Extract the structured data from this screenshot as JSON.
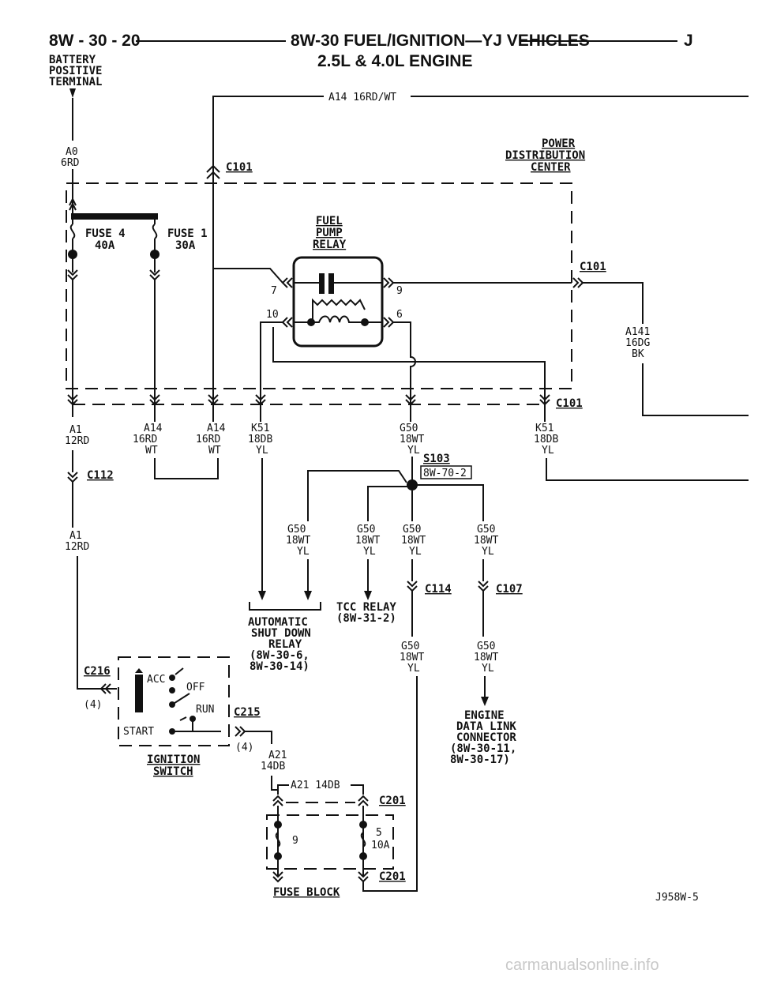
{
  "header": {
    "page_number": "8W - 30 - 20",
    "title": "8W-30 FUEL/IGNITION—YJ VEHICLES",
    "section_letter": "J",
    "subtitle": "2.5L & 4.0L ENGINE"
  },
  "battery_label": [
    "BATTERY",
    "POSITIVE",
    "TERMINAL"
  ],
  "wires": {
    "top": "A14 16RD/WT",
    "a0": [
      "A0",
      "6RD"
    ],
    "a1_top": [
      "A1",
      "12RD"
    ],
    "a1_bottom": [
      "A1",
      "12RD"
    ],
    "a14_left": [
      "A14",
      "16RD",
      "WT"
    ],
    "a14_right": [
      "A14",
      "16RD",
      "WT"
    ],
    "k51_left": [
      "K51",
      "18DB",
      "YL"
    ],
    "g50_top": [
      "G50",
      "18WT",
      "YL"
    ],
    "k51_right": [
      "K51",
      "18DB",
      "YL"
    ],
    "a141": [
      "A141",
      "16DG",
      "BK"
    ],
    "g50_branch1": [
      "G50",
      "18WT",
      "YL"
    ],
    "g50_branch2": [
      "G50",
      "18WT",
      "YL"
    ],
    "g50_branch3": [
      "G50",
      "18WT",
      "YL"
    ],
    "g50_branch4": [
      "G50",
      "18WT",
      "YL"
    ],
    "g50_lower_mid": [
      "G50",
      "18WT",
      "YL"
    ],
    "g50_lower_right": [
      "G50",
      "18WT",
      "YL"
    ],
    "a21_side": [
      "A21",
      "14DB"
    ],
    "a21_loop": "A21 14DB"
  },
  "pdc": {
    "title": [
      "POWER",
      "DISTRIBUTION",
      "CENTER"
    ],
    "fuse4": [
      "FUSE 4",
      "40A"
    ],
    "fuse1": [
      "FUSE 1",
      "30A"
    ]
  },
  "relay": {
    "title": [
      "FUEL",
      "PUMP",
      "RELAY"
    ],
    "pins": [
      "7",
      "9",
      "10",
      "6"
    ]
  },
  "connectors": {
    "c101_top": "C101",
    "c101_right": "C101",
    "c101_bottom": "C101",
    "c112": "C112",
    "c114": "C114",
    "c107": "C107",
    "c216": "C216",
    "c215": "C215",
    "c201_top": "C201",
    "c201_bottom": "C201",
    "pin4_left": "(4)",
    "pin4_right": "(4)"
  },
  "splice": {
    "label": "S103",
    "ref": "8W-70-2"
  },
  "destinations": {
    "asd": [
      "AUTOMATIC",
      "SHUT DOWN",
      "RELAY",
      "(8W-30-6,",
      " 8W-30-14)"
    ],
    "tcc": [
      "TCC RELAY",
      "(8W-31-2)"
    ],
    "dlc": [
      "ENGINE",
      "DATA LINK",
      "CONNECTOR",
      "(8W-30-11,",
      " 8W-30-17)"
    ]
  },
  "ignition": {
    "title": [
      "IGNITION",
      "SWITCH"
    ],
    "acc": "ACC",
    "off": "OFF",
    "run": "RUN",
    "start": "START"
  },
  "fuse_block": {
    "title": "FUSE BLOCK",
    "fuse9": "9",
    "fuse5": [
      "5",
      "10A"
    ]
  },
  "figure_code": "J958W-5",
  "watermark": "carmanualsonline.info"
}
